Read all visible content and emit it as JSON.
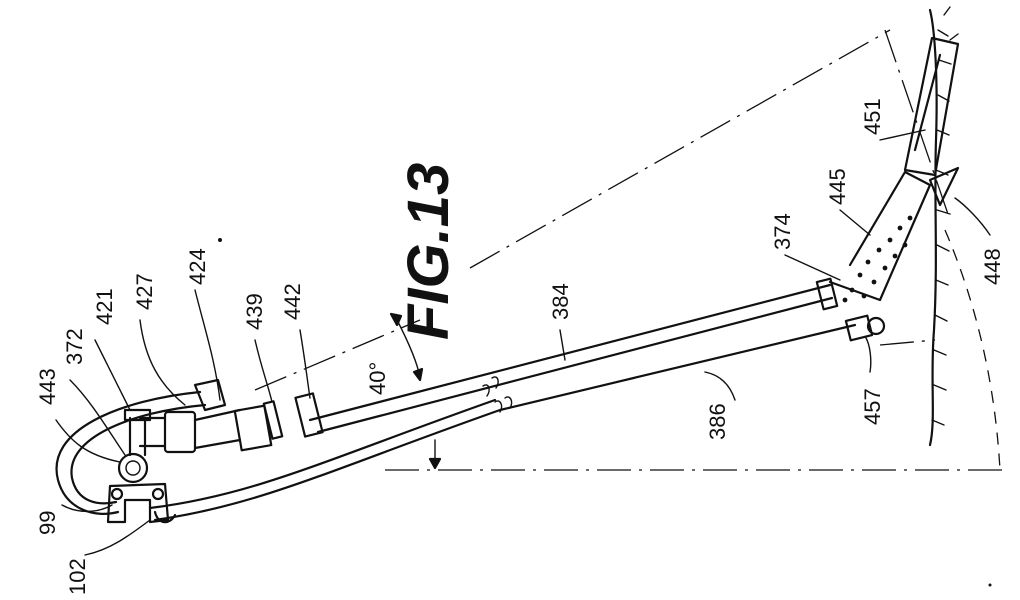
{
  "figure": {
    "title": "FIG.13"
  },
  "angle": {
    "text": "40°"
  },
  "labels": {
    "l443": "443",
    "l372": "372",
    "l421": "421",
    "l427": "427",
    "l424": "424",
    "l439": "439",
    "l442": "442",
    "l384": "384",
    "l374": "374",
    "l445": "445",
    "l451": "451",
    "l448": "448",
    "l386": "386",
    "l457": "457",
    "l99": "99",
    "l102": "102"
  }
}
